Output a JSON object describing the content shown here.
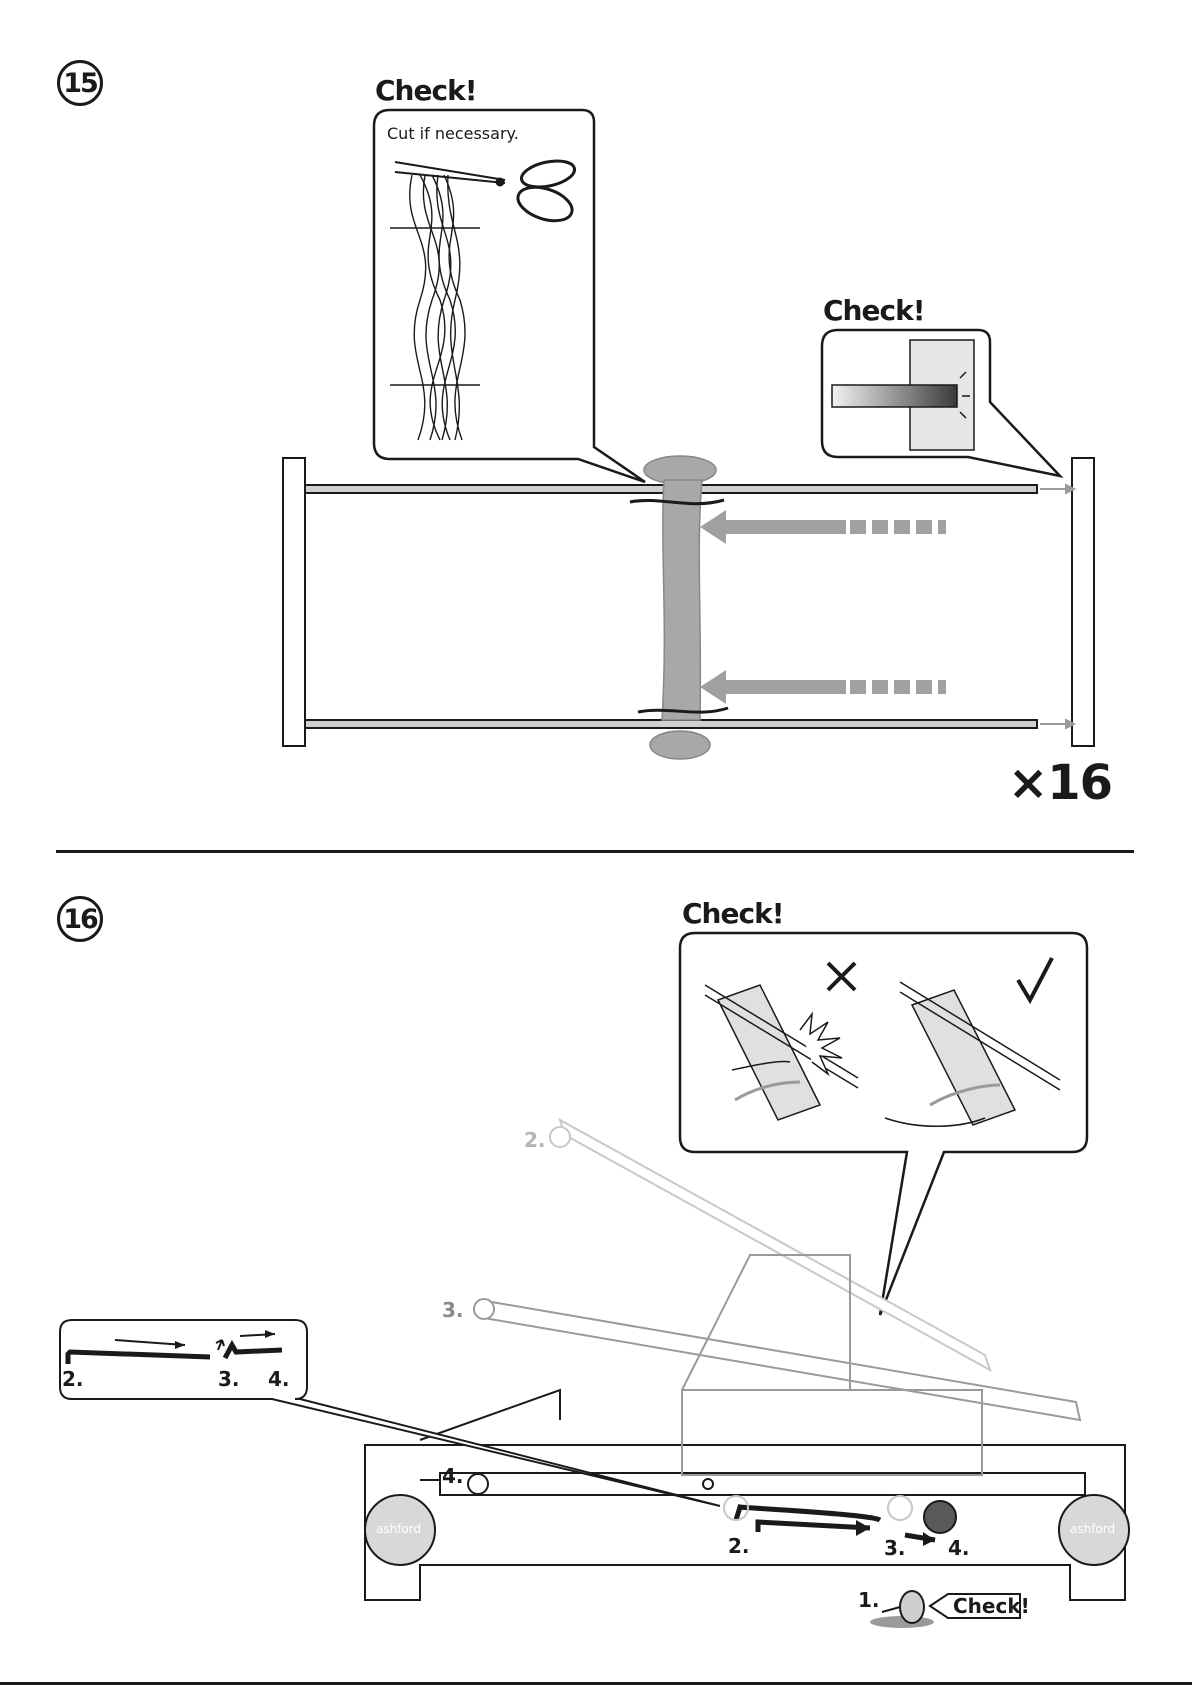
{
  "step15": {
    "number": "15",
    "callout_left": {
      "title": "Check!",
      "caption": "Cut if necessary."
    },
    "callout_right": {
      "title": "Check!"
    },
    "multiplier": "×16"
  },
  "step16": {
    "number": "16",
    "callout_top": {
      "title": "Check!"
    },
    "inset_labels": {
      "l2": "2.",
      "l3": "3.",
      "l4": "4."
    },
    "handle_labels": {
      "l2": "2.",
      "l3": "3.",
      "l4": "4."
    },
    "motion_labels": {
      "l1": "1.",
      "l2": "2.",
      "l3": "3.",
      "l4": "4."
    },
    "check_tag": "Check!",
    "brand": "ashford"
  },
  "colors": {
    "ink": "#1a1a1a",
    "gray": "#9a9a9a",
    "light_gray": "#d0d0d0",
    "panel_fill": "#e6e6e6"
  }
}
